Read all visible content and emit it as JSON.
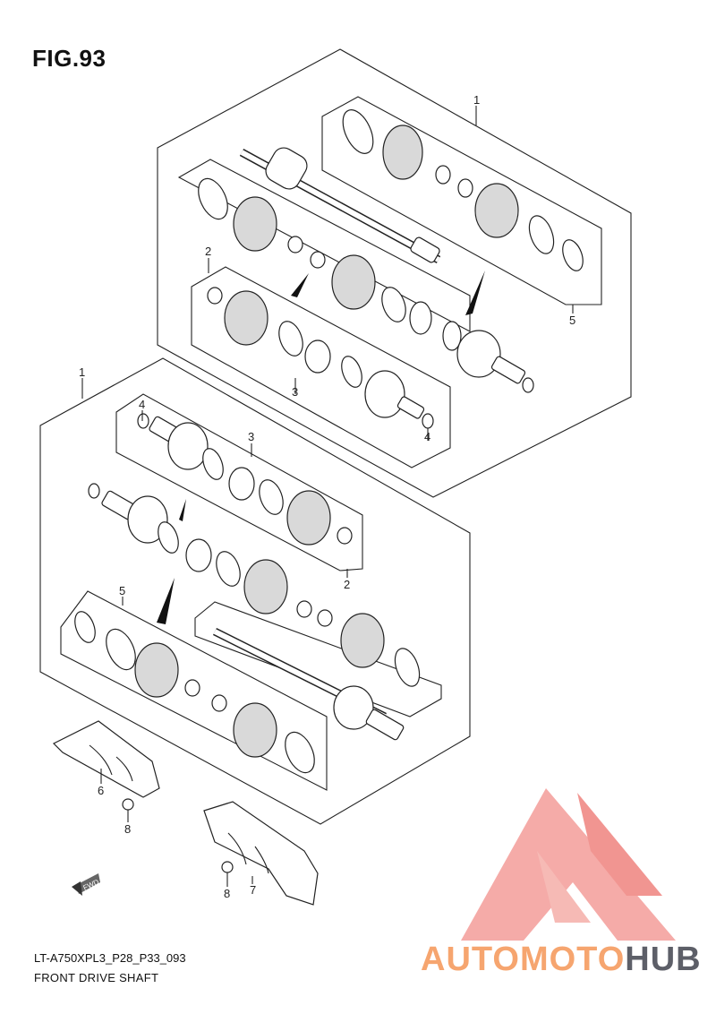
{
  "figure": {
    "title": "FIG.93",
    "code": "LT-A750XPL3_P28_P33_093",
    "caption": "FRONT DRIVE SHAFT"
  },
  "callouts": {
    "c1_top": "1",
    "c2_top": "2",
    "c3_top": "3",
    "c4_top": "4",
    "c5_top": "5",
    "c1_bottom": "1",
    "c4_bottom": "4",
    "c3_bottom": "3",
    "c2_bottom": "2",
    "c5_bottom": "5",
    "c6": "6",
    "c8_left": "8",
    "c7": "7",
    "c8_right": "8"
  },
  "direction_label": "FWD",
  "watermark": {
    "part1": "AUTOMOTO",
    "part2": "HUB",
    "colors": {
      "accent": "#f6a56f",
      "triangle": "#f08a86",
      "dark": "#5d5f68"
    }
  }
}
